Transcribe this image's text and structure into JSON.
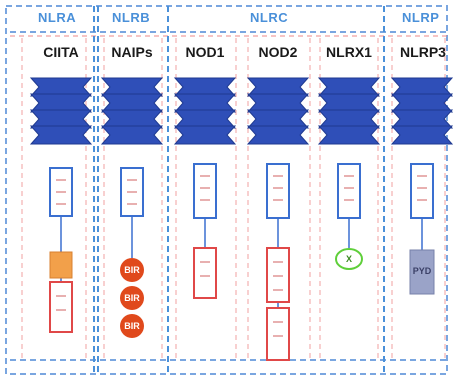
{
  "families": [
    {
      "label": "NLRA"
    },
    {
      "label": "NLRB"
    },
    {
      "label": "NLRC"
    },
    {
      "label": "NLRP"
    }
  ],
  "members": [
    {
      "name": "CIITA"
    },
    {
      "name": "NAIPs"
    },
    {
      "name": "NOD1"
    },
    {
      "name": "NOD2"
    },
    {
      "name": "NLRX1"
    },
    {
      "name": "NLRP3"
    }
  ],
  "domain_labels": {
    "bir": [
      "BIR",
      "BIR",
      "BIR"
    ],
    "pyd": "PYD",
    "x": "X"
  },
  "colors": {
    "family_label": "#4a90d9",
    "lrr": "#2f4fb8",
    "card": "#e04848",
    "bir": "#e0491c",
    "pyd": "#9aa3c8",
    "ad": "#f2a04a",
    "x_domain": "#5fcf3a",
    "nacht_border": "#3a6fd0"
  }
}
